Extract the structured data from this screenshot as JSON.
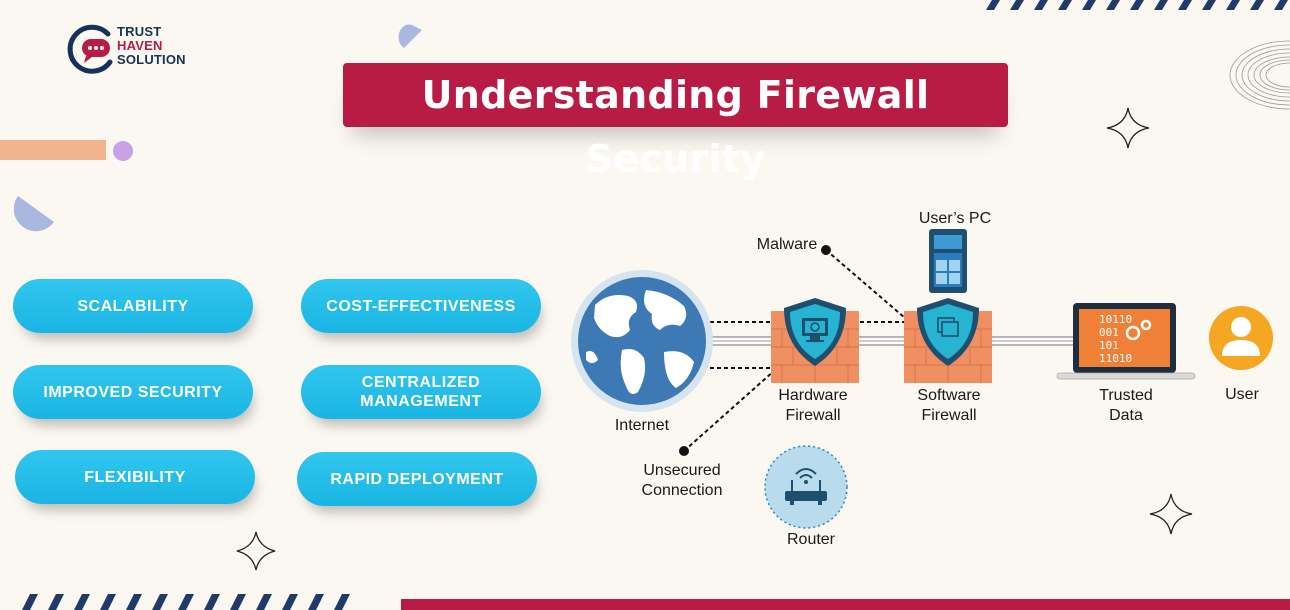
{
  "brand": {
    "line1": "TRUST",
    "line2": "HAVEN",
    "line3": "SOLUTION"
  },
  "title": "Understanding Firewall Security",
  "benefits": [
    "SCALABILITY",
    "COST-EFFECTIVENESS",
    "IMPROVED SECURITY",
    "CENTRALIZED\nMANAGEMENT",
    "FLEXIBILITY",
    "RAPID DEPLOYMENT"
  ],
  "diagram": {
    "internet": "Internet",
    "malware": "Malware",
    "unsecured": "Unsecured\nConnection",
    "hardware_firewall": "Hardware\nFirewall",
    "software_firewall": "Software\nFirewall",
    "users_pc": "User’s PC",
    "trusted_data": "Trusted\nData",
    "user": "User",
    "router": "Router",
    "binary": [
      "10110",
      "001",
      "101",
      "11010"
    ]
  },
  "colors": {
    "crimson": "#b81c45",
    "cyan": "#1ab5e3",
    "navy": "#16325c",
    "globe": "#3d79b5",
    "brick": "#ef8f62",
    "orange": "#f08038",
    "gold": "#f5a623"
  }
}
